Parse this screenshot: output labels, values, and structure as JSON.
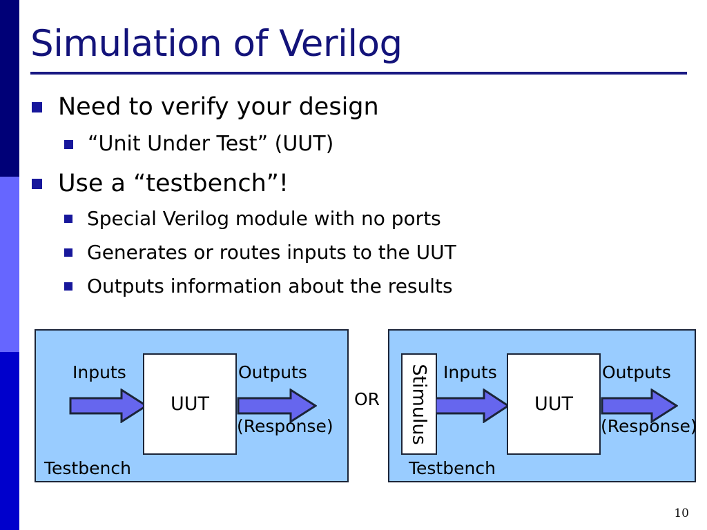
{
  "slide": {
    "title": "Simulation of Verilog",
    "page_number": "10",
    "title_color": "#13137A",
    "rule_color": "#191983",
    "bullet_marker_color": "#17179B",
    "panel_fill_color": "#99CCFF",
    "arrow_fill_color": "#6666EE",
    "outline_color": "#1B2438",
    "sidebar_colors": [
      "#000077",
      "#6666FF",
      "#0000CC"
    ]
  },
  "bullets": [
    {
      "level": 1,
      "text": "Need to verify your design"
    },
    {
      "level": 2,
      "text": "“Unit Under Test” (UUT)"
    },
    {
      "level": 1,
      "text": "Use a “testbench”!"
    },
    {
      "level": 3,
      "text": "Special Verilog module with no ports"
    },
    {
      "level": 3,
      "text": "Generates or routes inputs to the UUT"
    },
    {
      "level": 3,
      "text": "Outputs information about the results"
    }
  ],
  "diagram": {
    "or_label": "OR",
    "left_panel": {
      "testbench_label": "Testbench",
      "uut_label": "UUT",
      "input_label": "Inputs",
      "output_label": "Outputs",
      "output_sublabel": "(Response)"
    },
    "right_panel": {
      "testbench_label": "Testbench",
      "uut_label": "UUT",
      "stimulus_label": "Stimulus",
      "input_label": "Inputs",
      "output_label": "Outputs",
      "output_sublabel": "(Response)"
    }
  }
}
